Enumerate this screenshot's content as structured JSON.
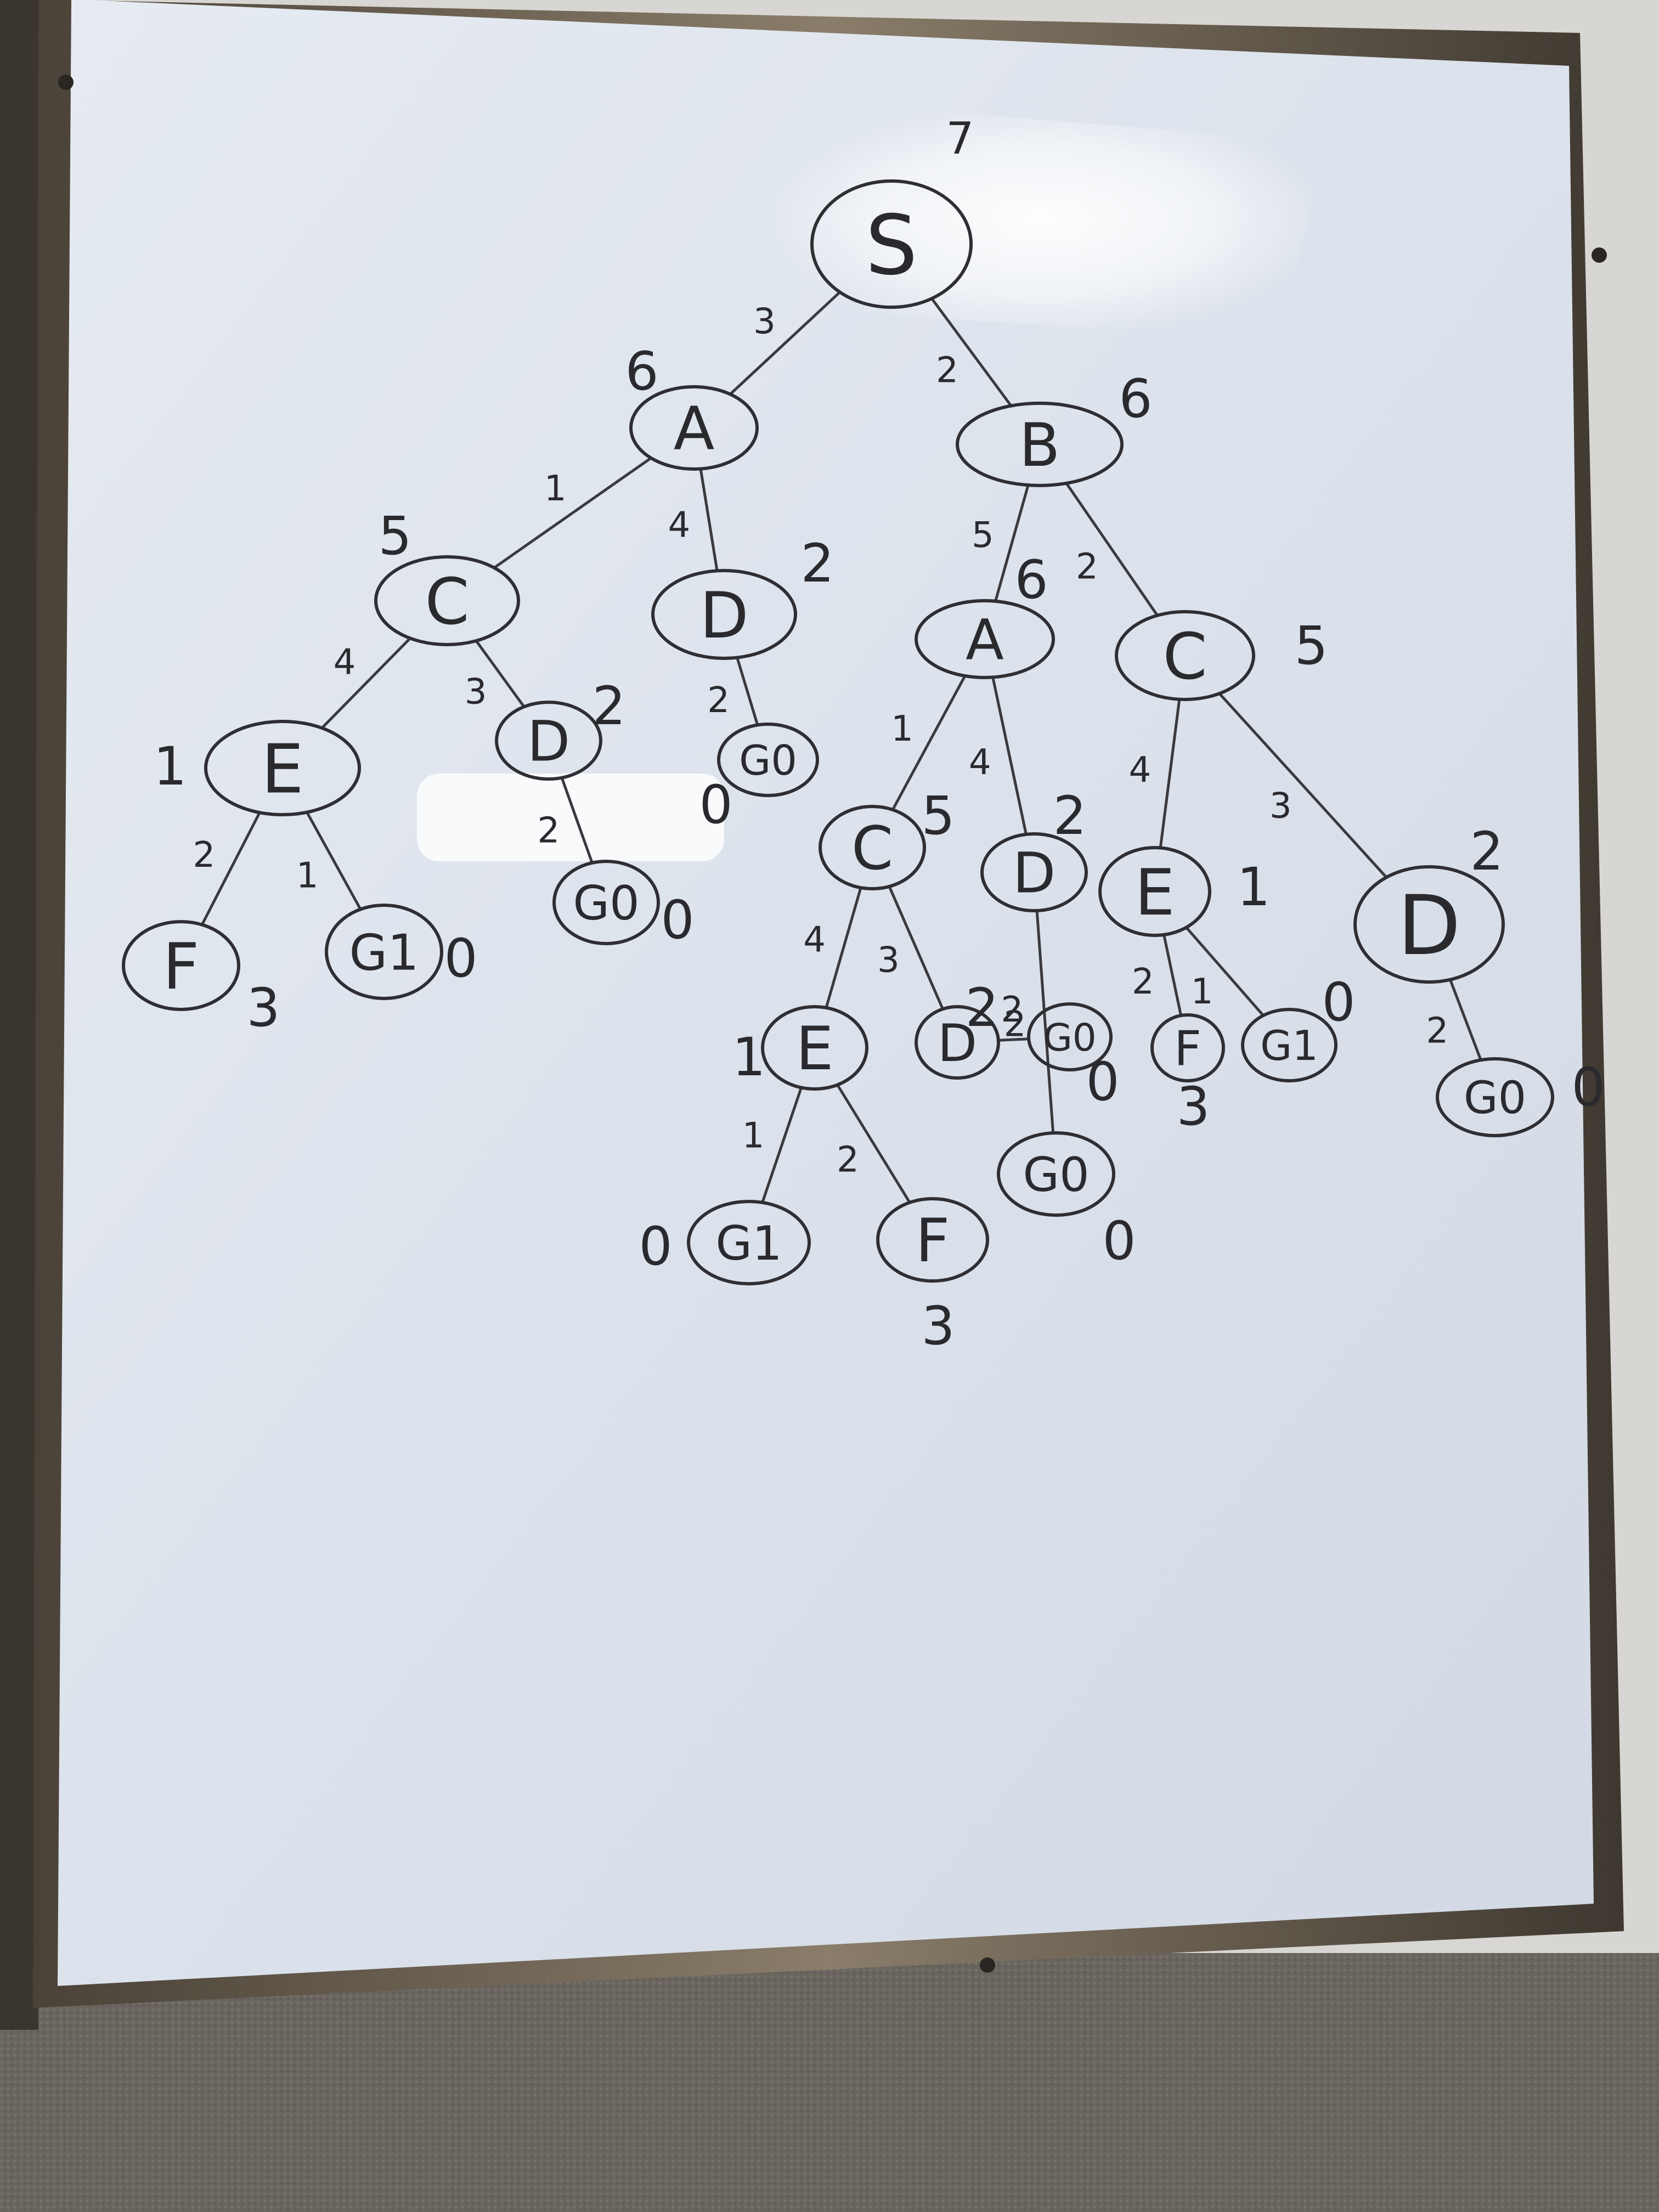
{
  "tree": {
    "nodes": [
      {
        "id": "S",
        "label": "S",
        "h": "7"
      },
      {
        "id": "A1",
        "label": "A",
        "h": "6"
      },
      {
        "id": "B",
        "label": "B",
        "h": "6"
      },
      {
        "id": "C1",
        "label": "C",
        "h": "5"
      },
      {
        "id": "D1",
        "label": "D",
        "h": "2"
      },
      {
        "id": "E1",
        "label": "E",
        "h": "1"
      },
      {
        "id": "D2",
        "label": "D",
        "h": "2"
      },
      {
        "id": "G0a",
        "label": "G0",
        "h": "0"
      },
      {
        "id": "F1",
        "label": "F",
        "h": "3"
      },
      {
        "id": "G1a",
        "label": "G1",
        "h": "0"
      },
      {
        "id": "G0b",
        "label": "G0",
        "h": "0"
      },
      {
        "id": "A2",
        "label": "A",
        "h": "6"
      },
      {
        "id": "C2",
        "label": "C",
        "h": "5"
      },
      {
        "id": "C3",
        "label": "C",
        "h": "5"
      },
      {
        "id": "D3",
        "label": "D",
        "h": "2"
      },
      {
        "id": "E2",
        "label": "E",
        "h": "1"
      },
      {
        "id": "D4",
        "label": "D",
        "h": "2"
      },
      {
        "id": "G1b",
        "label": "G1",
        "h": "0"
      },
      {
        "id": "F2",
        "label": "F",
        "h": "3"
      },
      {
        "id": "G0c",
        "label": "G0",
        "h": "0"
      },
      {
        "id": "G0d",
        "label": "G0",
        "h": "0"
      },
      {
        "id": "E3",
        "label": "E",
        "h": "1"
      },
      {
        "id": "D5",
        "label": "D",
        "h": "2"
      },
      {
        "id": "F3",
        "label": "F",
        "h": "3"
      },
      {
        "id": "G1c",
        "label": "G1",
        "h": "0"
      },
      {
        "id": "G0e",
        "label": "G0",
        "h": "0"
      }
    ],
    "edges": [
      {
        "from": "S",
        "to": "A1",
        "w": "3"
      },
      {
        "from": "S",
        "to": "B",
        "w": "2"
      },
      {
        "from": "A1",
        "to": "C1",
        "w": "1"
      },
      {
        "from": "A1",
        "to": "D1",
        "w": "4"
      },
      {
        "from": "C1",
        "to": "E1",
        "w": "4"
      },
      {
        "from": "C1",
        "to": "D2",
        "w": "3"
      },
      {
        "from": "D1",
        "to": "G0a",
        "w": "2"
      },
      {
        "from": "E1",
        "to": "F1",
        "w": "2"
      },
      {
        "from": "E1",
        "to": "G1a",
        "w": "1"
      },
      {
        "from": "D2",
        "to": "G0b",
        "w": "2"
      },
      {
        "from": "B",
        "to": "A2",
        "w": "5"
      },
      {
        "from": "B",
        "to": "C3",
        "w": "2"
      },
      {
        "from": "A2",
        "to": "C2",
        "w": "1"
      },
      {
        "from": "A2",
        "to": "D3",
        "w": "4"
      },
      {
        "from": "C2",
        "to": "E2",
        "w": "4"
      },
      {
        "from": "C2",
        "to": "D4",
        "w": "3"
      },
      {
        "from": "E2",
        "to": "G1b",
        "w": "1"
      },
      {
        "from": "E2",
        "to": "F2",
        "w": "2"
      },
      {
        "from": "D4",
        "to": "G0c",
        "w": "2"
      },
      {
        "from": "D3",
        "to": "G0d",
        "w": "2"
      },
      {
        "from": "C3",
        "to": "E3",
        "w": "4"
      },
      {
        "from": "C3",
        "to": "D5",
        "w": "3"
      },
      {
        "from": "E3",
        "to": "F3",
        "w": "2"
      },
      {
        "from": "E3",
        "to": "G1c",
        "w": "1"
      },
      {
        "from": "D5",
        "to": "G0e",
        "w": "2"
      }
    ]
  }
}
